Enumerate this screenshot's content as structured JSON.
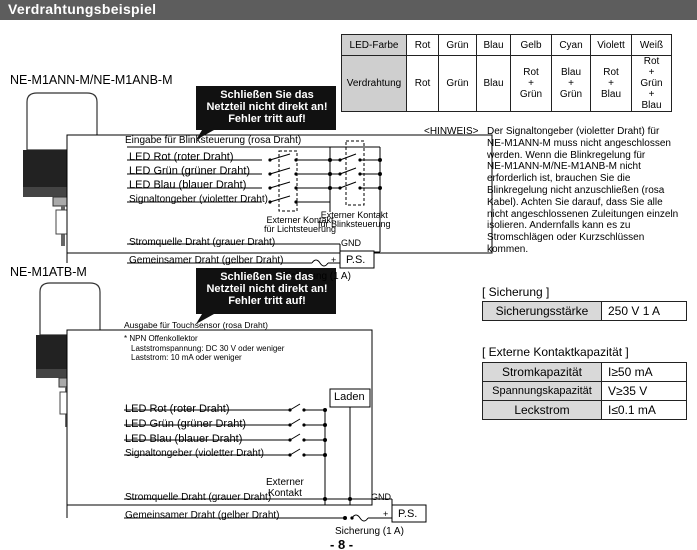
{
  "header": {
    "title": "Verdrahtungsbeispiel"
  },
  "led_table": {
    "row1_label": "LED-Farbe",
    "row2_label": "Verdrahtung",
    "colors": [
      "Rot",
      "Grün",
      "Blau",
      "Gelb",
      "Cyan",
      "Violett",
      "Weiß"
    ],
    "wiring": [
      "Rot",
      "Grün",
      "Blau",
      "Rot\n+\nGrün",
      "Blau\n+\nGrün",
      "Rot\n+\nBlau",
      "Rot\n+\nGrün\n+\nBlau"
    ]
  },
  "diagram1": {
    "model": "NE-M1ANN-M/NE-M1ANB-M",
    "warning": [
      "Schließen Sie das",
      "Netzteil nicht direkt an!",
      "Fehler tritt auf!"
    ],
    "input_label": "Eingabe für Blinksteuerung (rosa Draht)",
    "wires": [
      "LED Rot (roter Draht)",
      "LED Grün (grüner Draht)",
      "LED Blau (blauer Draht)",
      "Signaltongeber (violetter Draht)"
    ],
    "contact_light": [
      "Externer Kontakt",
      "für Lichtsteuerung"
    ],
    "contact_blink": [
      "Externer Kontakt",
      "für Blinksteuerung"
    ],
    "power_wire": "Stromquelle Draht (grauer Draht)",
    "gnd": "GND",
    "common_wire": "Gemeinsamer Draht (gelber Draht)",
    "ps": "P.S.",
    "plus": "+",
    "fuse": "Sicherung (1 A)"
  },
  "note": {
    "tag": "<HINWEIS>",
    "lines": [
      "Der Signaltongeber (violetter Draht) für",
      "NE-M1ANN-M muss nicht angeschlossen",
      "werden. Wenn die Blinkregelung für",
      "NE-M1ANN-M/NE-M1ANB-M nicht",
      "erforderlich ist, brauchen Sie die",
      "Blinkregelung nicht anzuschließen (rosa",
      "Kabel). Achten Sie darauf, dass Sie alle",
      "nicht angeschlossenen Zuleitungen einzeln",
      "isolieren. Andernfalls kann es zu",
      "Stromschlägen oder Kurzschlüssen",
      "kommen."
    ]
  },
  "fuse_table": {
    "title": "[ Sicherung ]",
    "key": "Sicherungsstärke",
    "value": "250 V 1 A"
  },
  "contact_table": {
    "title": "[ Externe Kontaktkapazität ]",
    "rows": [
      {
        "key": "Stromkapazität",
        "value": "I≥50 mA"
      },
      {
        "key": "Spannungskapazität",
        "value": "V≥35 V"
      },
      {
        "key": "Leckstrom",
        "value": "I≤0.1 mA"
      }
    ]
  },
  "diagram2": {
    "model": "NE-M1ATB-M",
    "warning": [
      "Schließen Sie das",
      "Netzteil nicht direkt an!",
      "Fehler tritt auf!"
    ],
    "output_label": "Ausgabe für Touchsensor (rosa Draht)",
    "npn": [
      "* NPN Offenkollektor",
      "Laststromspannung: DC 30 V oder weniger",
      "Laststrom: 10 mA oder weniger"
    ],
    "load": "Laden",
    "wires": [
      "LED Rot (roter Draht)",
      "LED Grün (grüner Draht)",
      "LED Blau (blauer Draht)",
      "Signaltongeber (violetter Draht)"
    ],
    "contact": [
      "Externer",
      "Kontakt"
    ],
    "power_wire": "Stromquelle Draht (grauer Draht)",
    "gnd": "GND",
    "common_wire": "Gemeinsamer Draht (gelber Draht)",
    "ps": "P.S.",
    "plus": "+",
    "fuse": "Sicherung (1 A)"
  },
  "page_number": "- 8 -"
}
